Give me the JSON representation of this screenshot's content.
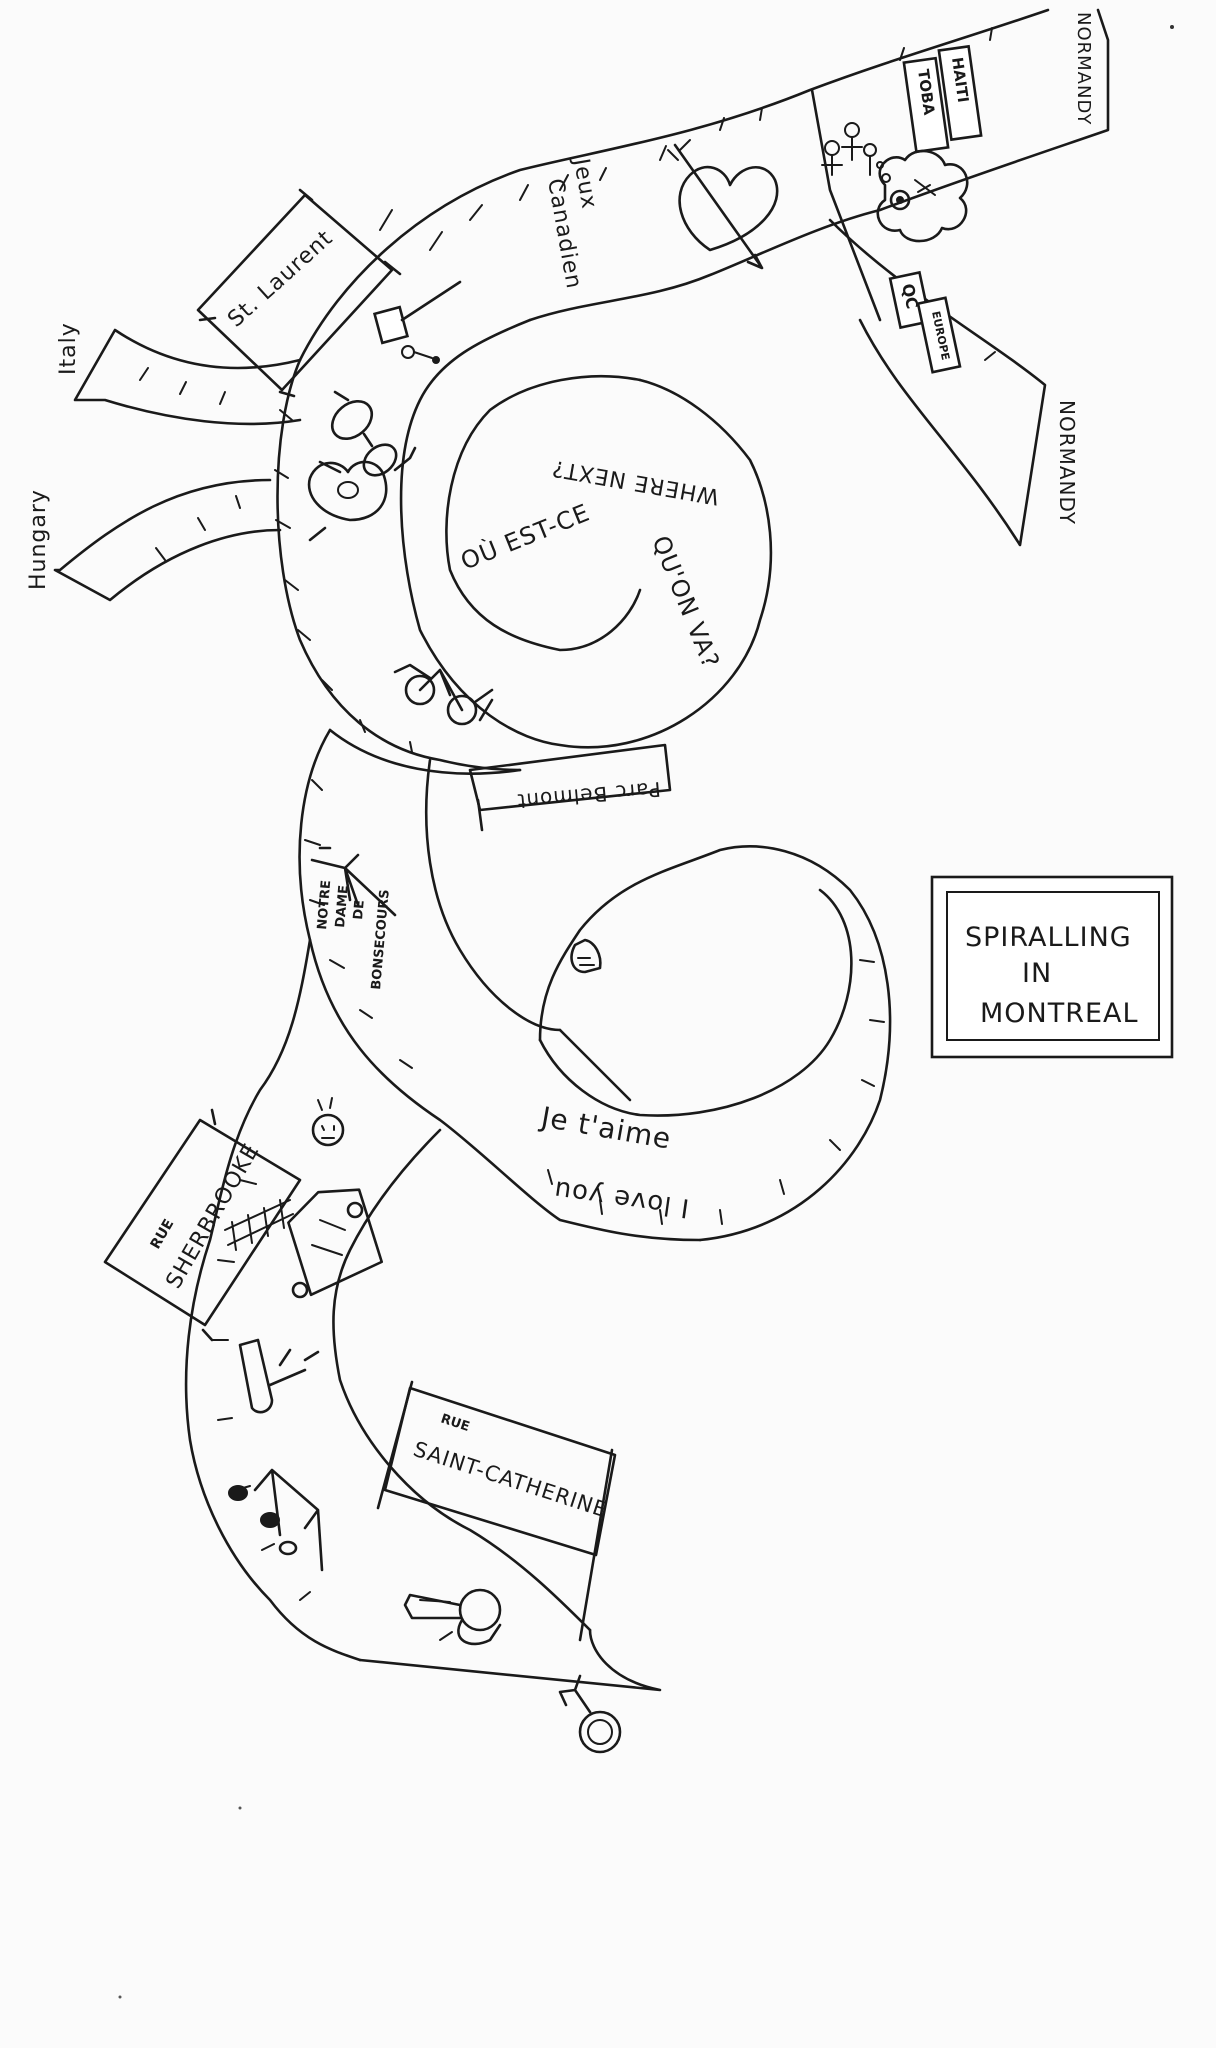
{
  "title_panel": {
    "lines": [
      "SPIRALLING",
      "IN",
      "MONTREAL"
    ]
  },
  "road_labels": {
    "normandy_top": "NORMANDY",
    "normandy_right": "NORMANDY",
    "italy": "Italy",
    "hungary": "Hungary",
    "jeux": "Jeux",
    "canadien": "Canadien",
    "notre_dame_1": "NOTRE",
    "notre_dame_2": "DAME",
    "notre_dame_3": "DE",
    "notre_dame_4": "BONSECOURS",
    "je_taime": "Je t'aime",
    "i_love_you": "I love you"
  },
  "inner_spiral_text": {
    "where_next": "WHERE NEXT?",
    "ou_est_ce": "OÙ EST-CE",
    "quon_va": "QU'ON VA?"
  },
  "signs": {
    "st_laurent": "St. Laurent",
    "parc_belmont": "Parc Belmont",
    "rue_sherbrooke_small": "RUE",
    "rue_sherbrooke": "SHERBROOKE",
    "rue_saint_catherine_small": "RUE",
    "rue_saint_catherine": "SAINT-CATHERINE"
  },
  "boxes": {
    "haiti": "HAITI",
    "toba": "TOBA",
    "qc": "QC",
    "europe": "EUROPE"
  },
  "icons": [
    "mallet-icon",
    "glasses-icon",
    "apple-icon",
    "bicycle-icon",
    "heart-arrow-icon",
    "people-icon",
    "sun-face-icon",
    "tree-icon",
    "car-icon",
    "smoking-pipe-icon",
    "music-notes-icon",
    "trumpet-player-icon",
    "balloon-icon",
    "small-car-icon",
    "face-icon"
  ]
}
